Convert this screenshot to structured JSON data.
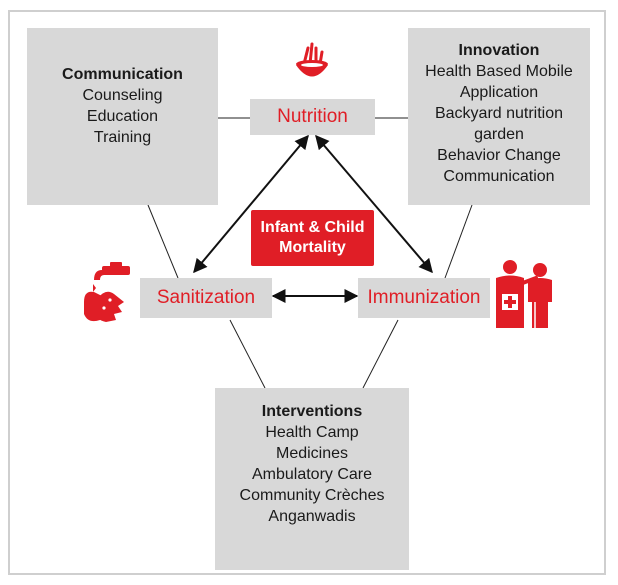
{
  "communication": {
    "title": "Communication",
    "lines": [
      "Counseling",
      "Education",
      "Training"
    ]
  },
  "innovation": {
    "title": "Innovation",
    "lines": [
      "Health Based Mobile",
      "Application",
      "Backyard nutrition garden",
      "Behavior Change",
      "Communication"
    ]
  },
  "interventions": {
    "title": "Interventions",
    "lines": [
      "Health Camp",
      "Medicines",
      "Ambulatory Care",
      "Community Crèches",
      "Anganwadis"
    ]
  },
  "nodes": {
    "nutrition": "Nutrition",
    "sanitization": "Sanitization",
    "immunization": "Immunization"
  },
  "center": {
    "line1": "Infant & Child",
    "line2": "Mortality"
  },
  "colors": {
    "accent": "#e01e26",
    "box": "#d8d8d8",
    "text": "#1a1a1a"
  },
  "icons": [
    "grain-bowl-icon",
    "hand-washing-icon",
    "vaccination-icon"
  ]
}
